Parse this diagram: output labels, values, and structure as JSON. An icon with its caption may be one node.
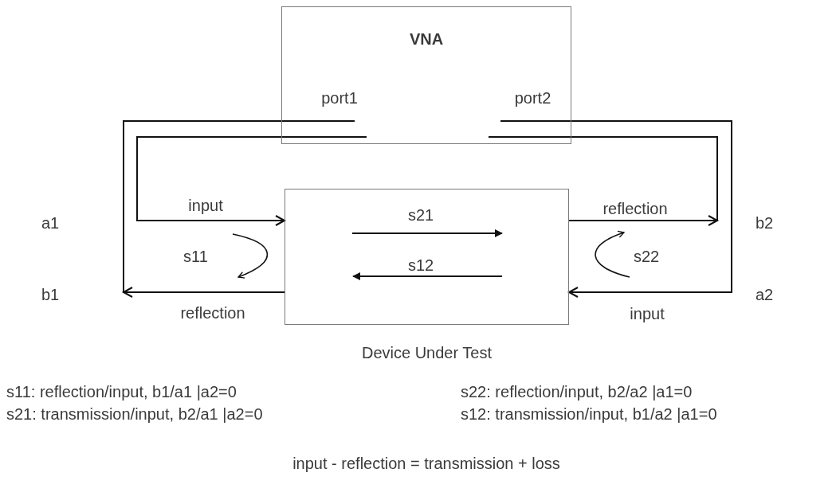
{
  "diagram": {
    "nodes": [
      {
        "text": [
          "VNA"
        ]
      },
      {
        "text": [
          "port1"
        ],
        "in": 0
      },
      {
        "text": [
          "port2"
        ],
        "in": 0
      },
      {
        "text": [
          "Device Under Test"
        ]
      }
    ],
    "edges": [
      {
        "from": 1,
        "to": 3,
        "arrow": "to",
        "label": "input"
      },
      {
        "from": 3,
        "to": 1,
        "arrow": "to",
        "label": "reflection"
      },
      {
        "from": 3,
        "to": 2,
        "arrow": "to",
        "label": "reflection"
      },
      {
        "from": 2,
        "to": 3,
        "arrow": "to",
        "label": "input"
      }
    ],
    "labels": [
      "s21",
      "a1",
      "b2",
      "s11",
      "s22",
      "s12",
      "b1",
      "a2",
      "s11: reflection/input, b1/a1 |a2=0",
      "s22: reflection/input, b2/a2 |a1=0",
      "s21: transmission/input, b2/a1 |a2=0",
      "s12: transmission/input, b1/a2 |a1=0",
      "input - reflection = transmission + loss"
    ]
  }
}
